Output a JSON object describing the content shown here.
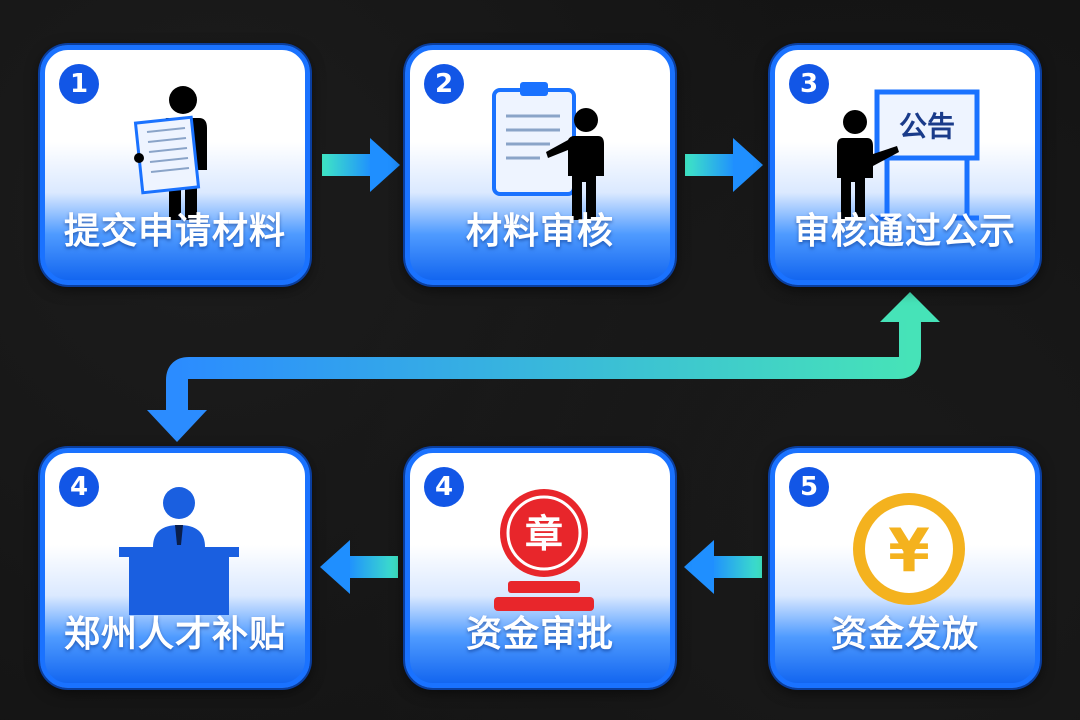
{
  "steps": [
    {
      "number": "1",
      "label": "提交申请材料",
      "icon": "person-reading-document-icon"
    },
    {
      "number": "2",
      "label": "材料审核",
      "icon": "person-reviewing-clipboard-icon"
    },
    {
      "number": "3",
      "label": "审核通过公示",
      "icon": "person-presenting-notice-board-icon",
      "board_text": "公告"
    },
    {
      "number": "4",
      "label": "资金审批",
      "icon": "official-seal-stamp-icon",
      "stamp_text": "章"
    },
    {
      "number": "5",
      "label": "资金发放",
      "icon": "yuan-coin-icon",
      "coin_text": "¥"
    },
    {
      "number": "4",
      "label": "郑州人才补贴",
      "icon": "person-at-desk-icon"
    }
  ],
  "colors": {
    "card_border": "#1a72ff",
    "number_badge": "#1256e6",
    "arrow_start": "#3fe6c4",
    "arrow_end": "#1f8fff",
    "stamp_red": "#e8262b",
    "coin_gold": "#f4b21e"
  }
}
